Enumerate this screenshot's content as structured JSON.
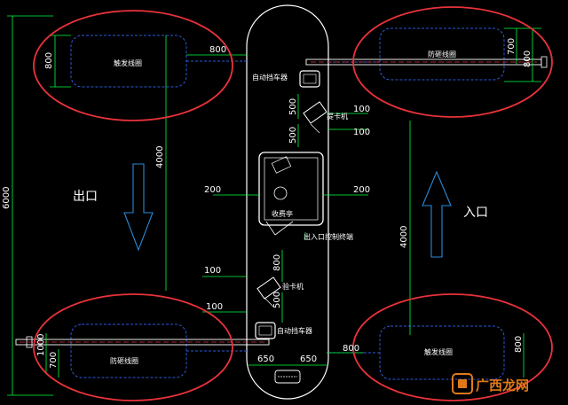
{
  "labels": {
    "exit": "出口",
    "entrance": "入口",
    "auto_barrier": "自动挡车器",
    "ticket_machine": "验卡机",
    "dispenser": "提卡机",
    "toll_booth": "收费亭",
    "io_controller": "出入口控制终端",
    "loop_coil": "触发线圈",
    "anti_smash_coil": "防砸线圈",
    "watermark": "广西龙网"
  },
  "dimensions": {
    "d6000": "6000",
    "d4000": "4000",
    "d800": "800",
    "d700": "700",
    "d500": "500",
    "d200": "200",
    "d100": "100",
    "d650": "650"
  },
  "colors": {
    "background": "#000000",
    "lines": "#ffffff",
    "dimension": "#00ff40",
    "highlight": "#e8323a",
    "coil": "#2a5ad8",
    "watermark": "#e07a18"
  }
}
